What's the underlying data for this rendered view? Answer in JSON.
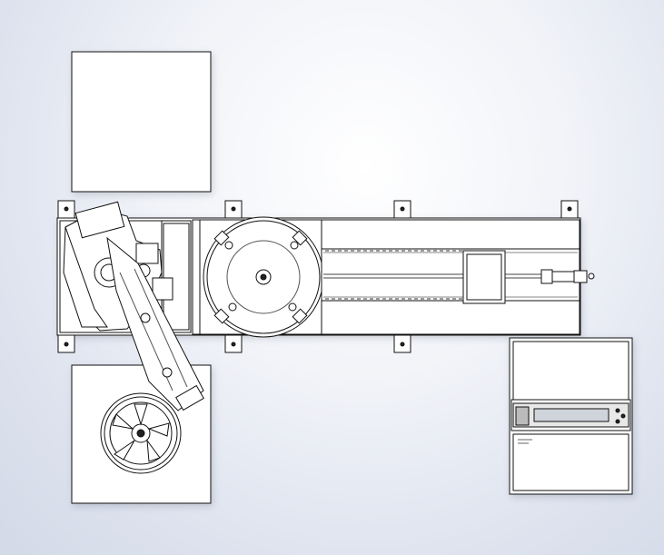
{
  "scene": {
    "description_visible_text": "",
    "background_gradient": [
      "#ffffff",
      "#d3d9e7"
    ],
    "line_color": "#111111",
    "fill_color": "#ffffff",
    "watermark_text": "",
    "components": [
      "tray-top-left",
      "tray-bottom-left",
      "robot-base-platform",
      "rotary-table",
      "linear-slide",
      "control-cabinet",
      "wheel-part"
    ]
  }
}
